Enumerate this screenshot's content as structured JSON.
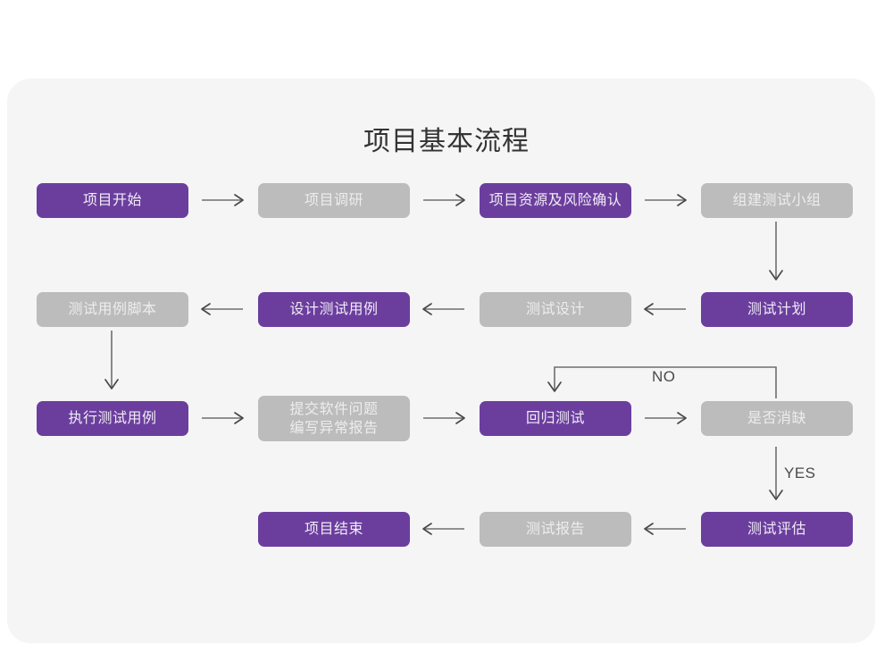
{
  "page": {
    "background_color": "#ffffff",
    "panel_color": "#f5f5f5"
  },
  "title": "项目基本流程",
  "colors": {
    "purple": "#6b3e9e",
    "gray": "#bcbcbc",
    "purple_text": "#f1ecf6",
    "gray_text": "#ededed",
    "connector": "#6e6e6e",
    "label_text": "#4a4a4a"
  },
  "nodes": [
    {
      "id": "n1",
      "label": "项目开始",
      "style": "purple",
      "row": 1
    },
    {
      "id": "n2",
      "label": "项目调研",
      "style": "gray",
      "row": 1
    },
    {
      "id": "n3",
      "label": "项目资源及风险确认",
      "style": "purple",
      "row": 1
    },
    {
      "id": "n4",
      "label": "组建测试小组",
      "style": "gray",
      "row": 1
    },
    {
      "id": "n5",
      "label": "测试用例脚本",
      "style": "gray",
      "row": 2
    },
    {
      "id": "n6",
      "label": "设计测试用例",
      "style": "purple",
      "row": 2
    },
    {
      "id": "n7",
      "label": "测试设计",
      "style": "gray",
      "row": 2
    },
    {
      "id": "n8",
      "label": "测试计划",
      "style": "purple",
      "row": 2
    },
    {
      "id": "n9",
      "label": "执行测试用例",
      "style": "purple",
      "row": 3
    },
    {
      "id": "n10",
      "label_line1": "提交软件问题",
      "label_line2": "编写异常报告",
      "style": "gray",
      "row": 3
    },
    {
      "id": "n11",
      "label": "回归测试",
      "style": "purple",
      "row": 3
    },
    {
      "id": "n12",
      "label": "是否消缺",
      "style": "gray",
      "row": 3
    },
    {
      "id": "n13",
      "label": "项目结束",
      "style": "purple",
      "row": 4
    },
    {
      "id": "n14",
      "label": "测试报告",
      "style": "gray",
      "row": 4
    },
    {
      "id": "n15",
      "label": "测试评估",
      "style": "purple",
      "row": 4
    }
  ],
  "edge_labels": {
    "no": "NO",
    "yes": "YES"
  },
  "chart_data": {
    "type": "diagram",
    "diagram_kind": "flowchart",
    "title": "项目基本流程",
    "node_labels": [
      "项目开始",
      "项目调研",
      "项目资源及风险确认",
      "组建测试小组",
      "测试用例脚本",
      "设计测试用例",
      "测试设计",
      "测试计划",
      "执行测试用例",
      "提交软件问题 编写异常报告",
      "回归测试",
      "是否消缺",
      "项目结束",
      "测试报告",
      "测试评估"
    ],
    "edges": [
      {
        "from": "项目开始",
        "to": "项目调研",
        "label": ""
      },
      {
        "from": "项目调研",
        "to": "项目资源及风险确认",
        "label": ""
      },
      {
        "from": "项目资源及风险确认",
        "to": "组建测试小组",
        "label": ""
      },
      {
        "from": "组建测试小组",
        "to": "测试计划",
        "label": ""
      },
      {
        "from": "测试计划",
        "to": "测试设计",
        "label": ""
      },
      {
        "from": "测试设计",
        "to": "设计测试用例",
        "label": ""
      },
      {
        "from": "设计测试用例",
        "to": "测试用例脚本",
        "label": ""
      },
      {
        "from": "测试用例脚本",
        "to": "执行测试用例",
        "label": ""
      },
      {
        "from": "执行测试用例",
        "to": "提交软件问题 编写异常报告",
        "label": ""
      },
      {
        "from": "提交软件问题 编写异常报告",
        "to": "回归测试",
        "label": ""
      },
      {
        "from": "回归测试",
        "to": "是否消缺",
        "label": ""
      },
      {
        "from": "是否消缺",
        "to": "回归测试",
        "label": "NO"
      },
      {
        "from": "是否消缺",
        "to": "测试评估",
        "label": "YES"
      },
      {
        "from": "测试评估",
        "to": "测试报告",
        "label": ""
      },
      {
        "from": "测试报告",
        "to": "项目结束",
        "label": ""
      }
    ]
  }
}
